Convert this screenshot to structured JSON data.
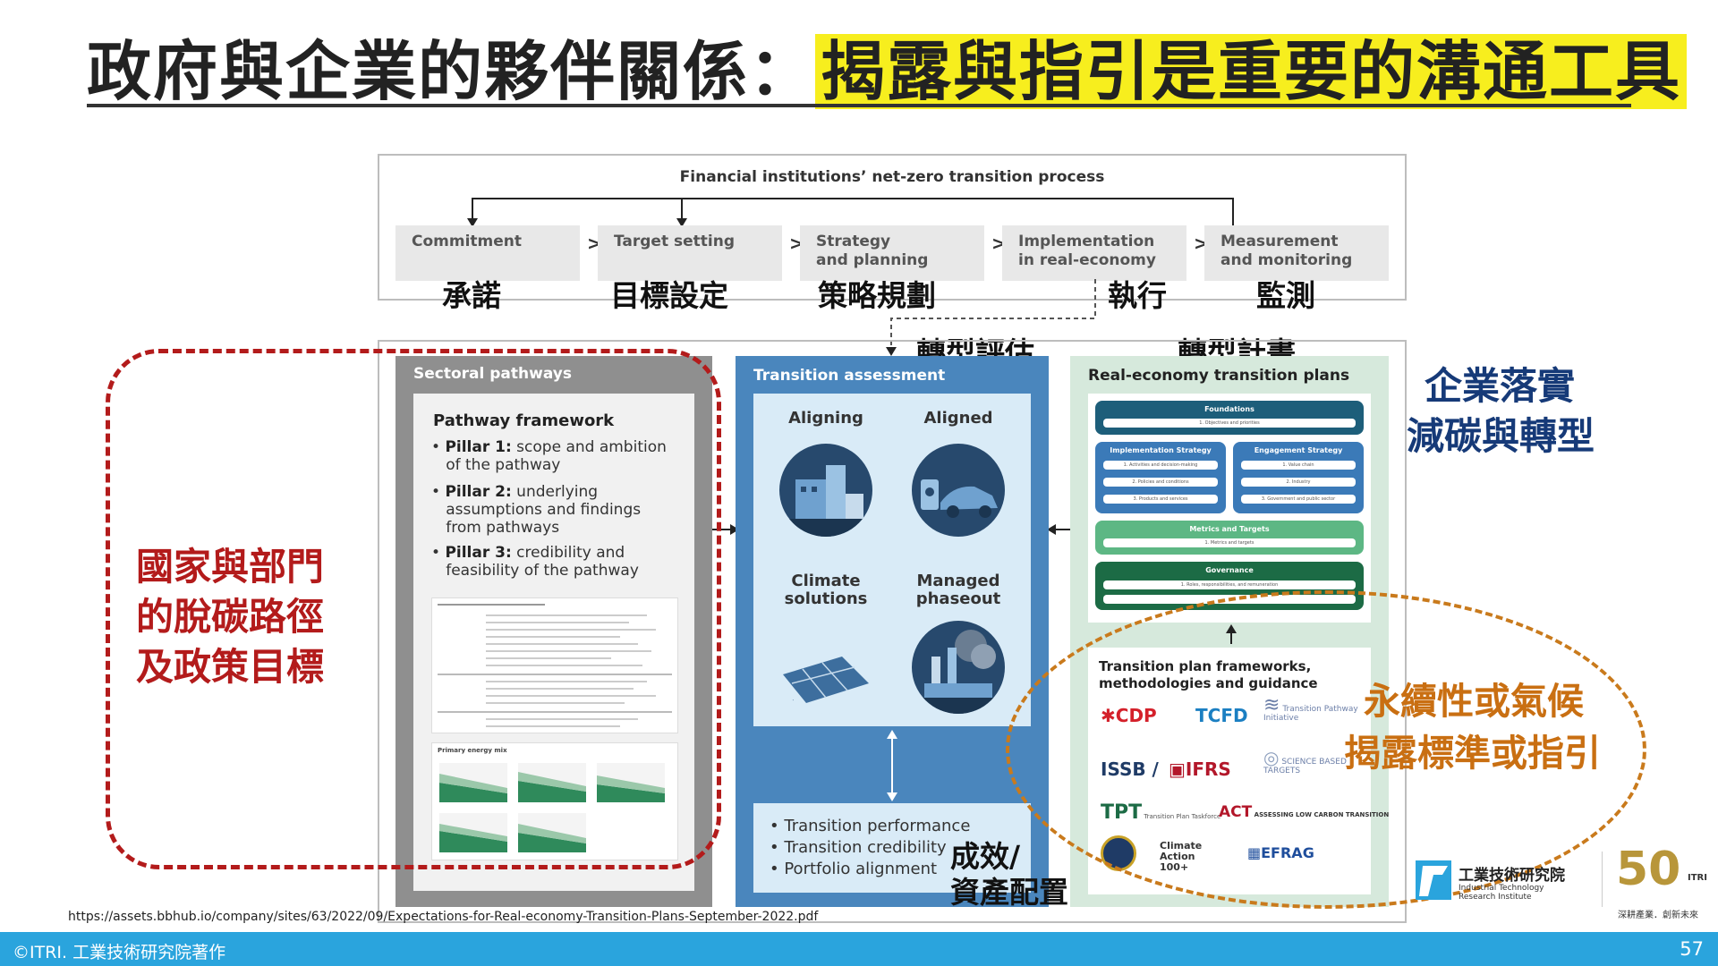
{
  "title": {
    "part1": "政府與企業的夥伴關係：",
    "part2": "揭露與指引是重要的溝通工具",
    "highlight_color": "#f7ee1e"
  },
  "process": {
    "title": "Financial institutions’ net-zero transition process",
    "steps": [
      {
        "line1": "Commitment",
        "line2": "",
        "zh": "承諾"
      },
      {
        "line1": "Target setting",
        "line2": "",
        "zh": "目標設定"
      },
      {
        "line1": "Strategy",
        "line2": "and planning",
        "zh": "策略規劃"
      },
      {
        "line1": "Implementation",
        "line2": "in real-economy",
        "zh": "執行"
      },
      {
        "line1": "Measurement",
        "line2": "and monitoring",
        "zh": "監測"
      }
    ],
    "chevron": ">"
  },
  "labels": {
    "transition_assessment_zh": "轉型評估",
    "transition_plan_zh": "轉型計畫",
    "performance_zh_1": "成效/",
    "performance_zh_2": "資產配置",
    "enterprise_zh_1": "企業落實",
    "enterprise_zh_2": "減碳與轉型",
    "national_zh_1": "國家與部門",
    "national_zh_2": "的脫碳路徑",
    "national_zh_3": "及政策目標",
    "disclosure_zh_1": "永續性或氣候",
    "disclosure_zh_2": "揭露標準或指引"
  },
  "sectoral": {
    "title": "Sectoral pathways",
    "framework_title": "Pathway framework",
    "pillars": [
      {
        "bold": "Pillar 1:",
        "text1": " scope and ambition",
        "text2": "of the pathway",
        "text3": ""
      },
      {
        "bold": "Pillar 2:",
        "text1": " underlying",
        "text2": "assumptions and findings",
        "text3": "from pathways"
      },
      {
        "bold": "Pillar 3:",
        "text1": " credibility and",
        "text2": "feasibility of the pathway",
        "text3": ""
      }
    ],
    "chart_label": "Primary energy mix"
  },
  "transition": {
    "title": "Transition assessment",
    "categories": [
      "Aligning",
      "Aligned",
      "Climate\nsolutions",
      "Managed\nphaseout"
    ],
    "cat_aligning": "Aligning",
    "cat_aligned": "Aligned",
    "cat_climate_1": "Climate",
    "cat_climate_2": "solutions",
    "cat_managed_1": "Managed",
    "cat_managed_2": "phaseout",
    "bullets": [
      "Transition performance",
      "Transition credibility",
      "Portfolio alignment"
    ]
  },
  "real": {
    "title": "Real-economy transition plans",
    "foundations": "Foundations",
    "foundations_row": "1. Objectives and priorities",
    "impl": "Implementation Strategy",
    "impl_rows": [
      "1. Activities and decision-making",
      "2. Policies and conditions",
      "3. Products and services"
    ],
    "engage": "Engagement Strategy",
    "engage_rows": [
      "1. Value chain",
      "2. Industry",
      "3. Government and public sector"
    ],
    "metrics": "Metrics and Targets",
    "metrics_row": "1. Metrics and targets",
    "governance": "Governance",
    "governance_row": "1. Roles, responsibilities, and remuneration",
    "frameworks_1": "Transition plan frameworks,",
    "frameworks_2": "methodologies and guidance",
    "logos": {
      "cdp": "CDP",
      "tcfd": "TCFD",
      "tpi": "Transition Pathway Initiative",
      "issb": "ISSB /",
      "ifrs": "IFRS",
      "sbt": "SCIENCE BASED TARGETS",
      "tpt": "TPT",
      "tpt_sub": "Transition Plan Taskforce",
      "act": "ACT",
      "act_sub": "ASSESSING LOW CARBON TRANSITION",
      "ca100": "Climate Action 100+",
      "efrag": "EFRAG"
    }
  },
  "url": "https://assets.bbhub.io/company/sites/63/2022/09/Expectations-for-Real-economy-Transition-Plans-September-2022.pdf",
  "footer": {
    "copyright": "©ITRI. 工業技術研究院著作",
    "page": "57",
    "bg_color": "#2aa4dd"
  },
  "itri": {
    "name_zh": "工業技術研究院",
    "name_en_1": "Industrial Technology",
    "name_en_2": "Research Institute",
    "anniv": "50",
    "anniv_sub": "ITRI",
    "slogan": "深耕產業．創新未來"
  }
}
